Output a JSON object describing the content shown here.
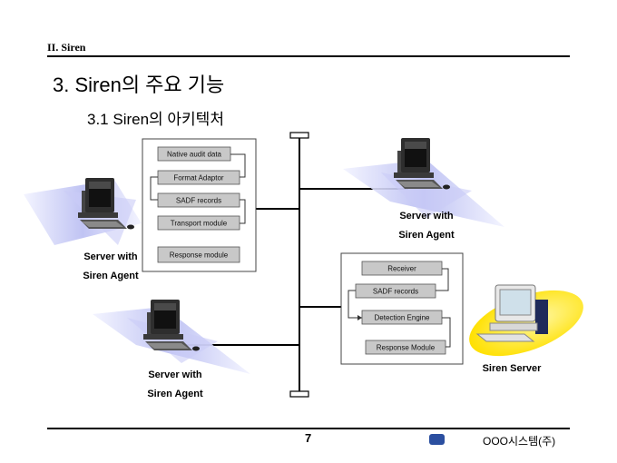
{
  "header": {
    "section": "II. Siren",
    "title": "3. Siren의 주요 기능",
    "subtitle": "3.1 Siren의 아키텍처"
  },
  "agent_modules": [
    "Native audit data",
    "Format Adaptor",
    "SADF records",
    "Transport module",
    "Response module"
  ],
  "server_modules": [
    "Receiver",
    "SADF records",
    "Detection Engine",
    "Response Module"
  ],
  "captions": {
    "agent_left_line1": "Server with",
    "agent_left_line2": "Siren Agent",
    "agent_right_line1": "Server with",
    "agent_right_line2": "Siren Agent",
    "agent_bottom_line1": "Server with",
    "agent_bottom_line2": "Siren Agent",
    "siren_server": "Siren Server"
  },
  "footer": {
    "page": "7",
    "company": "OOO시스템(주)"
  }
}
